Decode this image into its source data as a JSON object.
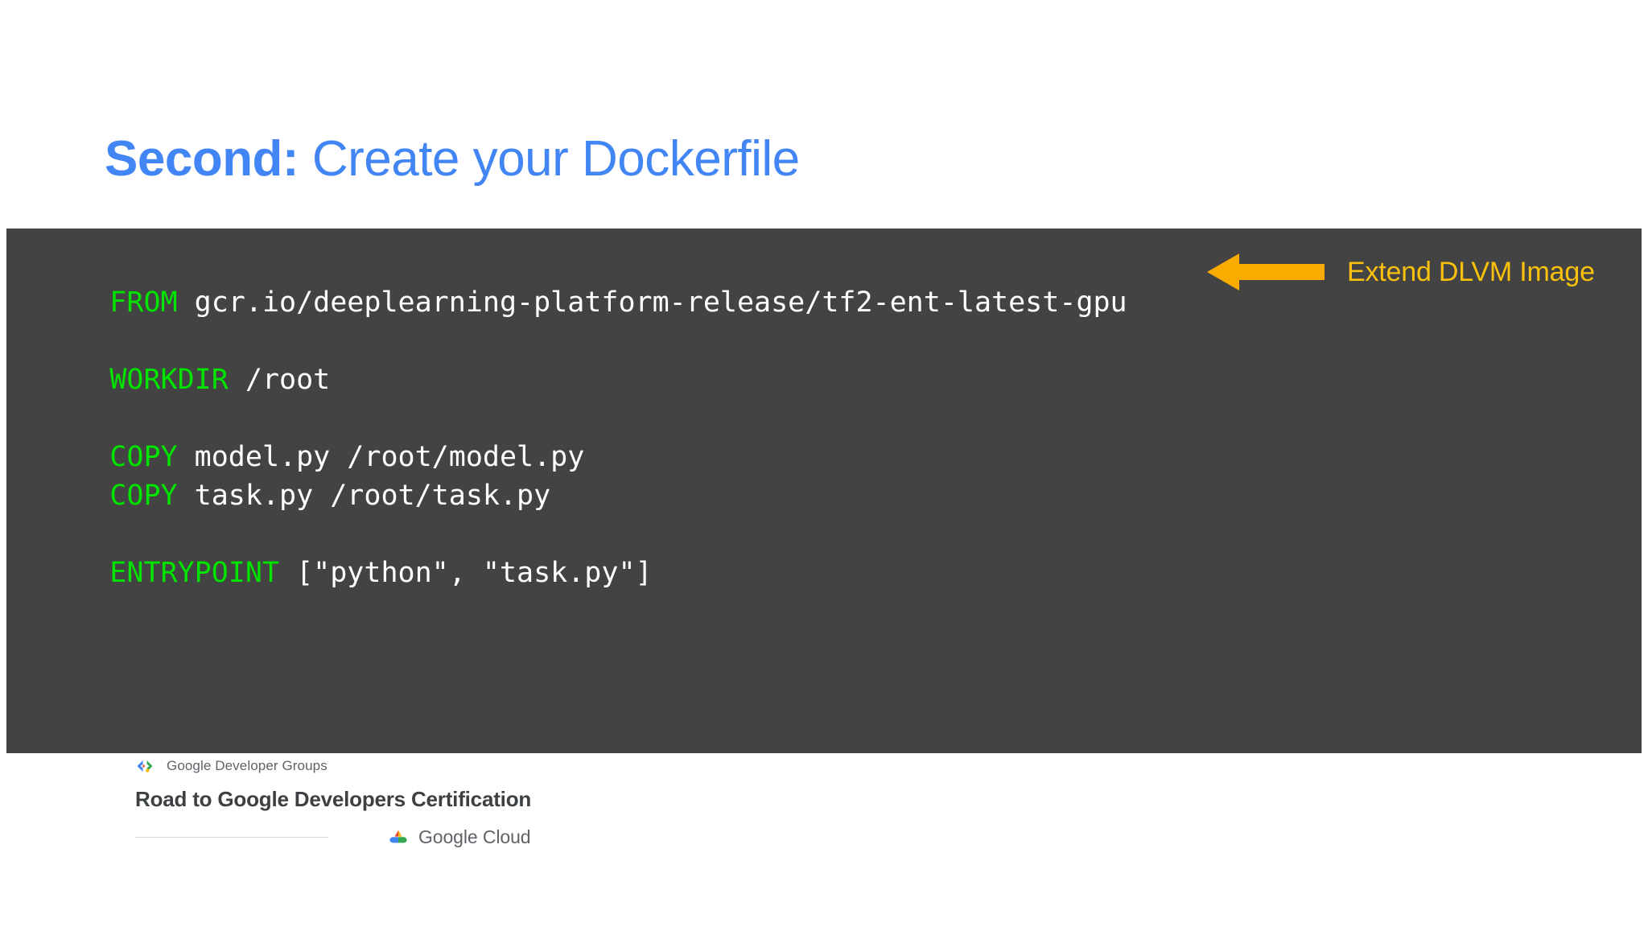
{
  "slide": {
    "title_lead": "Second:",
    "title_rest": " Create your Dockerfile",
    "title_color": "#4285F4"
  },
  "code_block": {
    "background": "#434343",
    "keyword_color": "#00E400",
    "text_color": "#FFFFFF",
    "language": "dockerfile",
    "lines": [
      {
        "keyword": "FROM",
        "text": " gcr.io/deeplearning-platform-release/tf2-ent-latest-gpu"
      },
      {
        "keyword": "",
        "text": ""
      },
      {
        "keyword": "WORKDIR",
        "text": " /root"
      },
      {
        "keyword": "",
        "text": ""
      },
      {
        "keyword": "COPY",
        "text": " model.py /root/model.py"
      },
      {
        "keyword": "COPY",
        "text": " task.py /root/task.py"
      },
      {
        "keyword": "",
        "text": ""
      },
      {
        "keyword": "ENTRYPOINT",
        "text": " [\"python\", \"task.py\"]"
      }
    ]
  },
  "callout": {
    "label": "Extend DLVM Image",
    "color": "#F9C10C",
    "arrow_direction": "left"
  },
  "footer": {
    "gdg_label": "Google Developer Groups",
    "headline": "Road to Google Developers Certification",
    "cloud_label": "Google Cloud"
  }
}
